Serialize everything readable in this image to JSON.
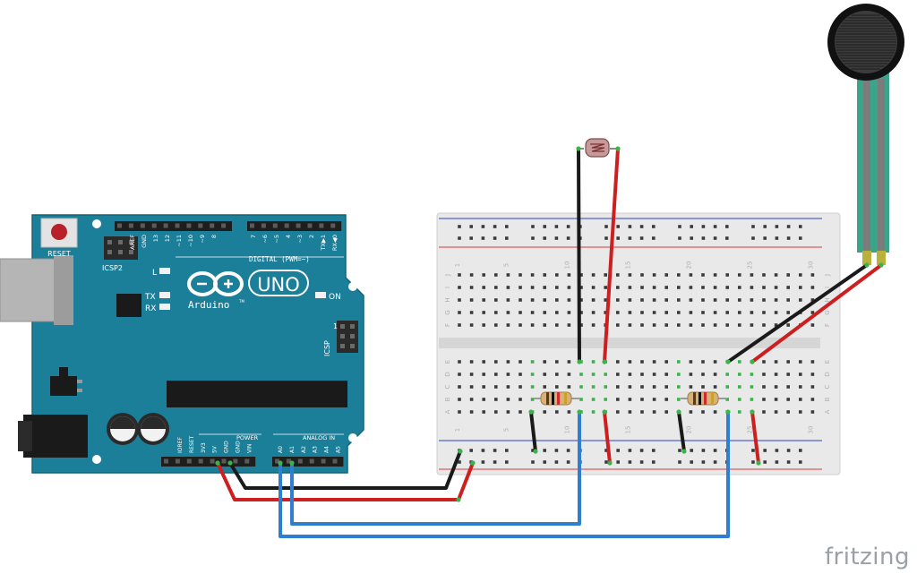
{
  "arduino": {
    "reset_label": "RESET",
    "icsp2_label": "ICSP2",
    "digital_label": "DIGITAL (PWM=~)",
    "pin_labels_top": [
      "AREF",
      "GND",
      "13",
      "12",
      "~11",
      "~10",
      "~9",
      "8",
      "7",
      "~6",
      "~5",
      "4",
      "~3",
      "2",
      "TX▶1",
      "RX◀0"
    ],
    "l_label": "L",
    "tx_label": "TX",
    "rx_label": "RX",
    "on_label": "ON",
    "uno_label": "UNO",
    "brand_label": "Arduino",
    "tm_label": "TM",
    "icsp_label": "ICSP",
    "icsp_pin1": "1",
    "power_label": "POWER",
    "analog_label": "ANALOG IN",
    "power_pins": [
      "IOREF",
      "RESET",
      "3V3",
      "5V",
      "GND",
      "GND",
      "VIN"
    ],
    "analog_pins": [
      "A0",
      "A1",
      "A2",
      "A3",
      "A4",
      "A5"
    ]
  },
  "breadboard": {
    "col_numbers": [
      "1",
      "5",
      "10",
      "15",
      "20",
      "25",
      "30"
    ],
    "row_letters_top": [
      "J",
      "I",
      "H",
      "G",
      "F"
    ],
    "row_letters_bottom": [
      "E",
      "D",
      "C",
      "B",
      "A"
    ]
  },
  "colors": {
    "board_teal": "#1c7f9a",
    "wire_red": "#cc1f1f",
    "wire_black": "#1a1a1a",
    "wire_blue": "#2f7fd0",
    "fsr_teal": "#3aa58a",
    "breadboard": "#e9e9e9"
  },
  "branding": {
    "label": "fritzing"
  }
}
